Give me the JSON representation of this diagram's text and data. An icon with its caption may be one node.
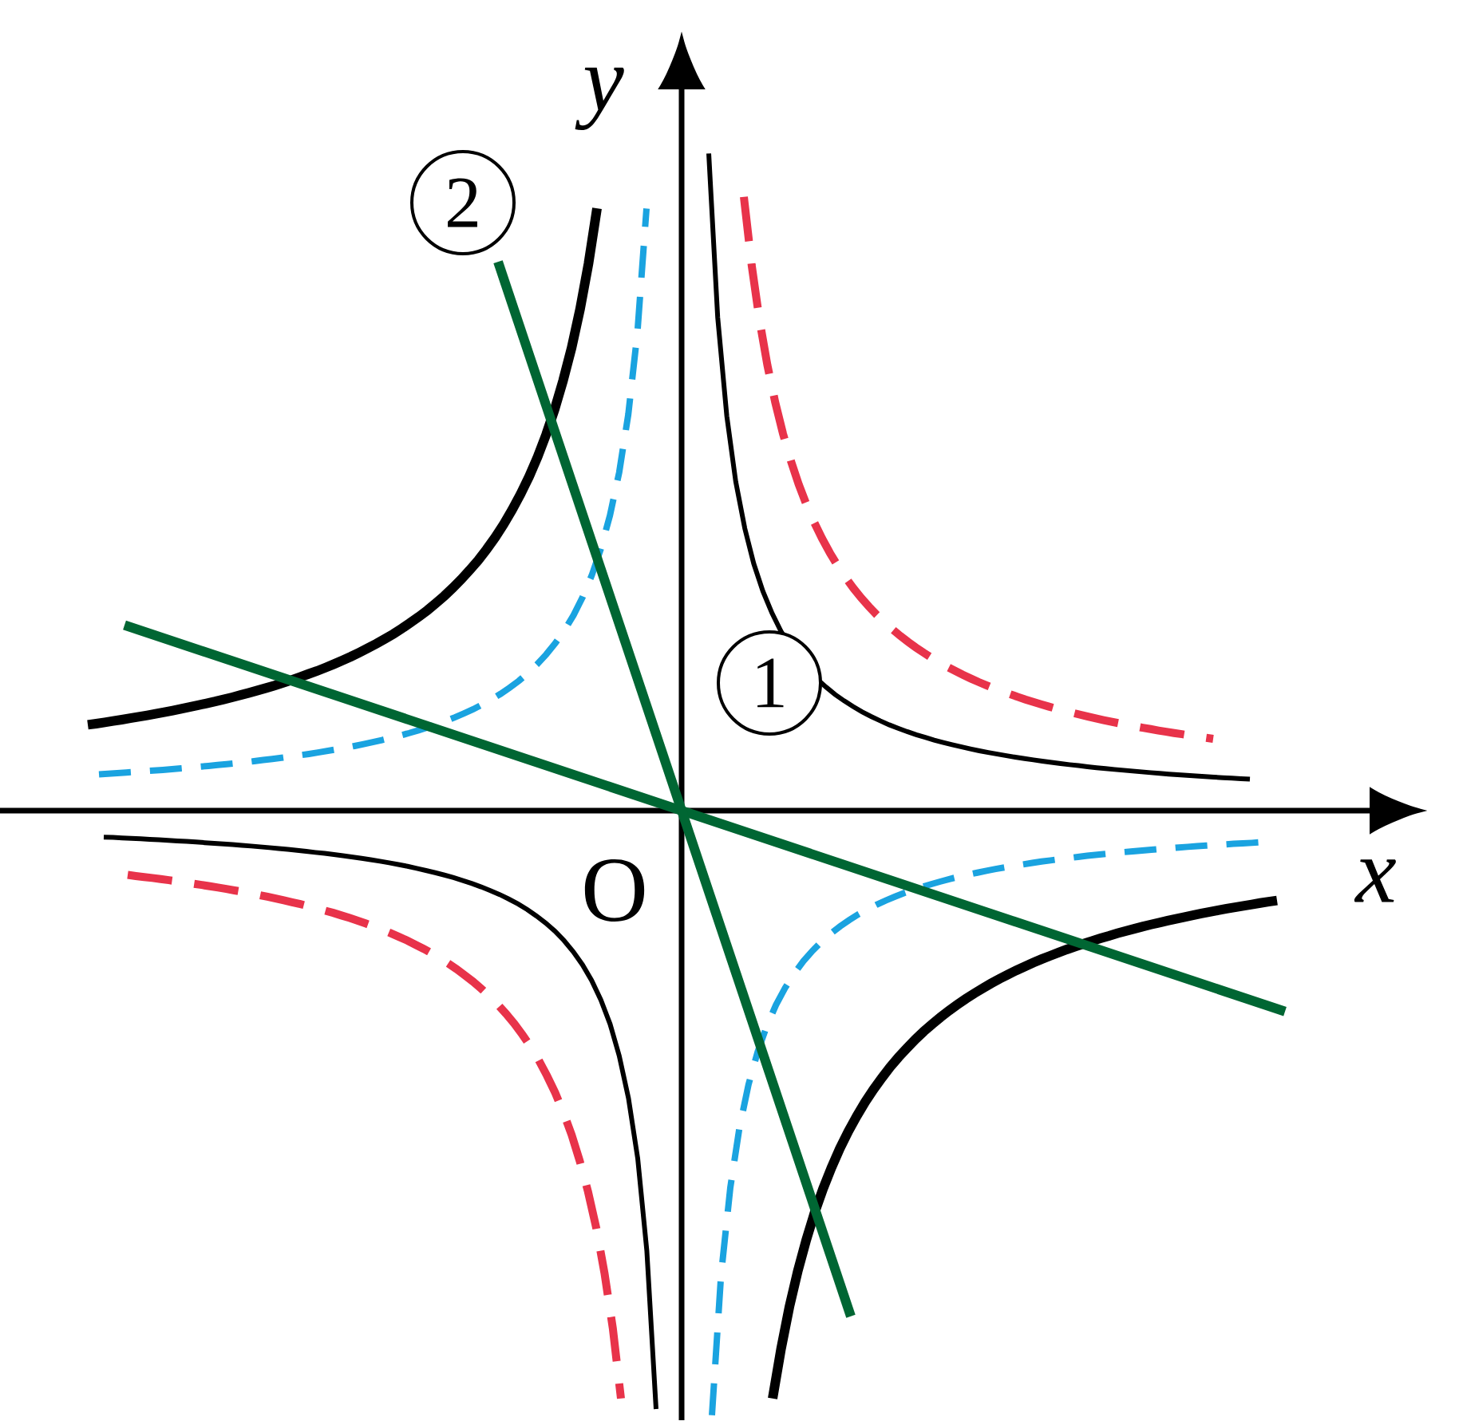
{
  "diagram": {
    "nodes": [
      {
        "text": [
          "1"
        ]
      },
      {
        "text": [
          "2"
        ]
      }
    ],
    "labels": [
      "y",
      "x",
      "O"
    ]
  }
}
